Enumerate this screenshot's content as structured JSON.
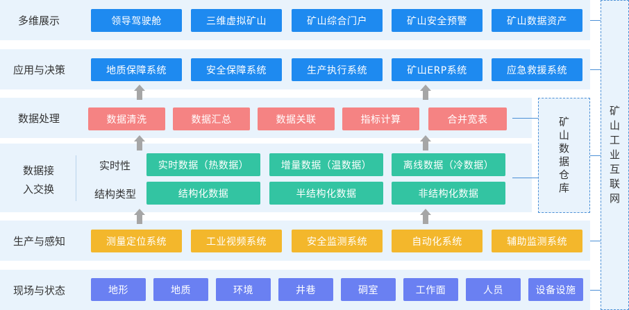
{
  "layers": {
    "display": {
      "label": "多维展示",
      "items": [
        "领导驾驶舱",
        "三维虚拟矿山",
        "矿山综合门户",
        "矿山安全预警",
        "矿山数据资产"
      ]
    },
    "application": {
      "label": "应用与决策",
      "items": [
        "地质保障系统",
        "安全保障系统",
        "生产执行系统",
        "矿山ERP系统",
        "应急救援系统"
      ]
    },
    "processing": {
      "label": "数据处理",
      "items": [
        "数据清洗",
        "数据汇总",
        "数据关联",
        "指标计算",
        "合并宽表"
      ]
    },
    "ingest": {
      "label_line1": "数据接",
      "label_line2": "入交换",
      "realtime_label": "实时性",
      "structure_label": "结构类型",
      "realtime_items": [
        "实时数据（热数据）",
        "增量数据（温数据）",
        "离线数据（冷数据）"
      ],
      "structure_items": [
        "结构化数据",
        "半结构化数据",
        "非结构化数据"
      ]
    },
    "production": {
      "label": "生产与感知",
      "items": [
        "测量定位系统",
        "工业视频系统",
        "安全监测系统",
        "自动化系统",
        "辅助监测系统"
      ]
    },
    "site": {
      "label": "现场与状态",
      "items": [
        "地形",
        "地质",
        "环境",
        "井巷",
        "硐室",
        "工作面",
        "人员",
        "设备设施"
      ]
    }
  },
  "warehouse": {
    "chars": [
      "矿",
      "山",
      "数",
      "据",
      "仓",
      "库"
    ]
  },
  "network": {
    "chars": [
      "矿",
      "山",
      "工",
      "业",
      "互",
      "联",
      "网"
    ]
  },
  "colors": {
    "band": "#e9f3fc",
    "display": "#1e8af0",
    "application": "#1e8af0",
    "processing": "#f58383",
    "ingest": "#33c4a2",
    "production": "#f3b72c",
    "site": "#6a80f2",
    "arrow": "#a6a6a6",
    "dashed_border": "#4a8fd6"
  }
}
